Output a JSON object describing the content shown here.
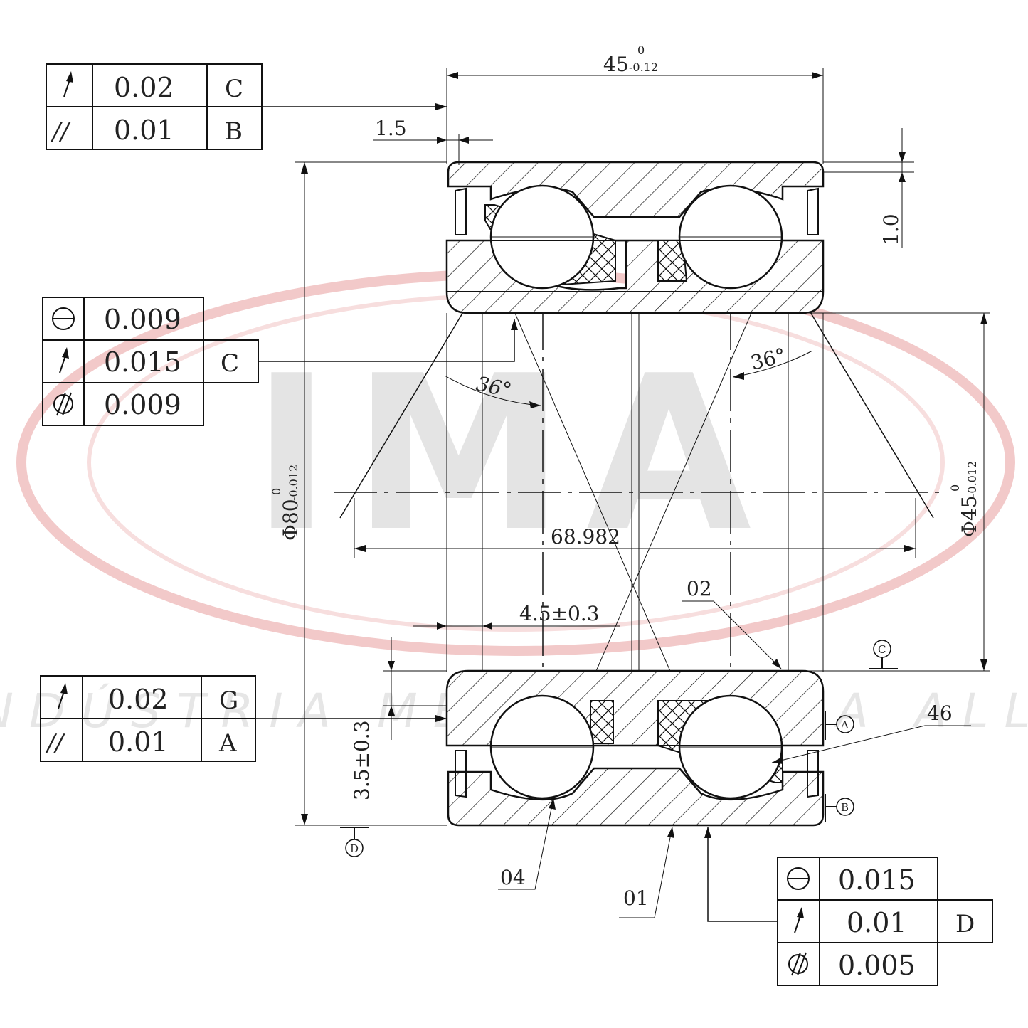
{
  "watermark": {
    "logo_text": "IMA",
    "company_text": "INDÚSTRIA METALÚRGICA ALLI",
    "ring_color": "#f2c9c9",
    "logo_color": "#e4e4e4",
    "company_color": "#e6e6e6"
  },
  "fcf_top_left": {
    "rows": [
      {
        "symbol": "circular-runout",
        "value": "0.02",
        "datum": "C"
      },
      {
        "symbol": "parallelism",
        "symbol_text": "//",
        "value": "0.01",
        "datum": "B"
      }
    ]
  },
  "fcf_mid_left": {
    "rows": [
      {
        "symbol": "roundness",
        "value": "0.009",
        "datum": ""
      },
      {
        "symbol": "circular-runout",
        "value": "0.015",
        "datum": "C"
      },
      {
        "symbol": "cylindricity",
        "value": "0.009",
        "datum": ""
      }
    ]
  },
  "fcf_bottom_left": {
    "rows": [
      {
        "symbol": "circular-runout",
        "value": "0.02",
        "datum": "G"
      },
      {
        "symbol": "parallelism",
        "symbol_text": "//",
        "value": "0.01",
        "datum": "A"
      }
    ]
  },
  "fcf_bottom_right": {
    "rows": [
      {
        "symbol": "roundness",
        "value": "0.015",
        "datum": ""
      },
      {
        "symbol": "circular-runout",
        "value": "0.01",
        "datum": "D"
      },
      {
        "symbol": "cylindricity",
        "value": "0.005",
        "datum": ""
      }
    ]
  },
  "dimensions": {
    "width": {
      "nominal": "45",
      "upper": "0",
      "lower": "-0.12"
    },
    "chamfer_1_5": "1.5",
    "chamfer_1_0": "1.0",
    "outer_diameter": {
      "prefix": "Φ80",
      "upper": "0",
      "lower": "-0.012"
    },
    "bore_diameter": {
      "prefix": "Φ45",
      "upper": "0",
      "lower": "-0.012"
    },
    "pitch_spread": "68.982",
    "offset_4_5": "4.5±0.3",
    "offset_3_5": "3.5±0.3",
    "contact_angle_left": "36°",
    "contact_angle_right": "36°"
  },
  "datums": {
    "A": "A",
    "B": "B",
    "C": "C",
    "D": "D"
  },
  "part_labels": {
    "p01": "01",
    "p02": "02",
    "p04": "04",
    "p46": "46"
  }
}
